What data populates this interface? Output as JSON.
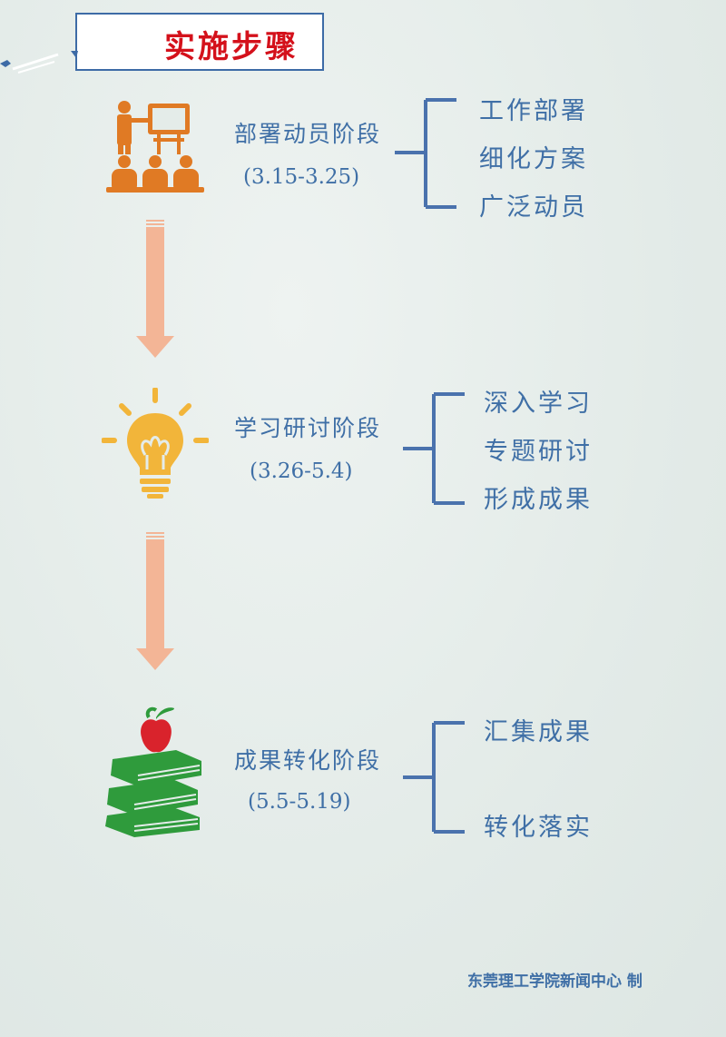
{
  "title": "实施步骤",
  "stages": [
    {
      "name": "部署动员阶段",
      "date": "(3.15-3.25)",
      "items": [
        "工作部署",
        "细化方案",
        "广泛动员"
      ]
    },
    {
      "name": "学习研讨阶段",
      "date": "(3.26-5.4)",
      "items": [
        "深入学习",
        "专题研讨",
        "形成成果"
      ]
    },
    {
      "name": "成果转化阶段",
      "date": "(5.5-5.19)",
      "items": [
        "汇集成果",
        "转化落实"
      ]
    }
  ],
  "footer": "东莞理工学院新闻中心 制",
  "colors": {
    "title_red": "#d4111b",
    "text_blue": "#3f6fa6",
    "bracket_blue": "#4a72ad",
    "arrow_peach": "#f3b596",
    "presenter_orange": "#e07a24",
    "bulb_yellow": "#f2b53a",
    "books_green": "#2f9b3c",
    "apple_red": "#d9232c"
  },
  "icons": [
    "presentation-icon",
    "lightbulb-icon",
    "books-apple-icon"
  ]
}
